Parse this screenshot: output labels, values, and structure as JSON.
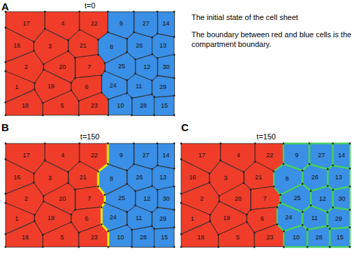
{
  "diagram": {
    "nodes": [
      {
        "text": [
          "17"
        ]
      },
      {
        "text": [
          "4"
        ]
      },
      {
        "text": [
          "22"
        ]
      },
      {
        "text": [
          "9"
        ]
      },
      {
        "text": [
          "27"
        ]
      },
      {
        "text": [
          "14"
        ]
      },
      {
        "text": [
          "16"
        ]
      },
      {
        "text": [
          "3"
        ]
      },
      {
        "text": [
          "21"
        ]
      },
      {
        "text": [
          "8"
        ]
      },
      {
        "text": [
          "26"
        ]
      },
      {
        "text": [
          "13"
        ]
      },
      {
        "text": [
          "2"
        ]
      },
      {
        "text": [
          "20"
        ]
      },
      {
        "text": [
          "7"
        ]
      },
      {
        "text": [
          "25"
        ]
      },
      {
        "text": [
          "12"
        ]
      },
      {
        "text": [
          "30"
        ]
      },
      {
        "text": [
          "1"
        ]
      },
      {
        "text": [
          "19"
        ]
      },
      {
        "text": [
          "6"
        ]
      },
      {
        "text": [
          "24"
        ]
      },
      {
        "text": [
          "11"
        ]
      },
      {
        "text": [
          "29"
        ]
      },
      {
        "text": [
          "18"
        ]
      },
      {
        "text": [
          "5"
        ]
      },
      {
        "text": [
          "23"
        ]
      },
      {
        "text": [
          "10"
        ]
      },
      {
        "text": [
          "28"
        ]
      },
      {
        "text": [
          "15"
        ]
      },
      {
        "text": [
          "17"
        ]
      },
      {
        "text": [
          "4"
        ]
      },
      {
        "text": [
          "22"
        ]
      },
      {
        "text": [
          "9"
        ]
      },
      {
        "text": [
          "27"
        ]
      },
      {
        "text": [
          "14"
        ]
      },
      {
        "text": [
          "16"
        ]
      },
      {
        "text": [
          "3"
        ]
      },
      {
        "text": [
          "21"
        ]
      },
      {
        "text": [
          "8"
        ]
      },
      {
        "text": [
          "26"
        ]
      },
      {
        "text": [
          "13"
        ]
      },
      {
        "text": [
          "2"
        ]
      },
      {
        "text": [
          "20"
        ]
      },
      {
        "text": [
          "7"
        ]
      },
      {
        "text": [
          "25"
        ]
      },
      {
        "text": [
          "12"
        ]
      },
      {
        "text": [
          "30"
        ]
      },
      {
        "text": [
          "1"
        ]
      },
      {
        "text": [
          "19"
        ]
      },
      {
        "text": [
          "6"
        ]
      },
      {
        "text": [
          "24"
        ]
      },
      {
        "text": [
          "11"
        ]
      },
      {
        "text": [
          "29"
        ]
      },
      {
        "text": [
          "18"
        ]
      },
      {
        "text": [
          "5"
        ]
      },
      {
        "text": [
          "23"
        ]
      },
      {
        "text": [
          "10"
        ]
      },
      {
        "text": [
          "28"
        ]
      },
      {
        "text": [
          "15"
        ]
      },
      {
        "text": [
          "17"
        ]
      },
      {
        "text": [
          "4"
        ]
      },
      {
        "text": [
          "22"
        ]
      },
      {
        "text": [
          "9"
        ]
      },
      {
        "text": [
          "27"
        ]
      },
      {
        "text": [
          "14"
        ]
      },
      {
        "text": [
          "16"
        ]
      },
      {
        "text": [
          "3"
        ]
      },
      {
        "text": [
          "21"
        ]
      },
      {
        "text": [
          "8"
        ]
      },
      {
        "text": [
          "26"
        ]
      },
      {
        "text": [
          "13"
        ]
      },
      {
        "text": [
          "2"
        ]
      },
      {
        "text": [
          "20"
        ]
      },
      {
        "text": [
          "7"
        ]
      },
      {
        "text": [
          "25"
        ]
      },
      {
        "text": [
          "12"
        ]
      },
      {
        "text": [
          "30"
        ]
      },
      {
        "text": [
          "1"
        ]
      },
      {
        "text": [
          "19"
        ]
      },
      {
        "text": [
          "6"
        ]
      },
      {
        "text": [
          "24"
        ]
      },
      {
        "text": [
          "11"
        ]
      },
      {
        "text": [
          "29"
        ]
      },
      {
        "text": [
          "18"
        ]
      },
      {
        "text": [
          "5"
        ]
      },
      {
        "text": [
          "23"
        ]
      },
      {
        "text": [
          "10"
        ]
      },
      {
        "text": [
          "28"
        ]
      },
      {
        "text": [
          "15"
        ]
      }
    ],
    "labels": [
      "A",
      "t=0",
      "The initial state of the cell sheet",
      "The boundary between red and blue cells is the compartment boundary.",
      "B",
      "t=150",
      "C",
      "t=150"
    ]
  }
}
